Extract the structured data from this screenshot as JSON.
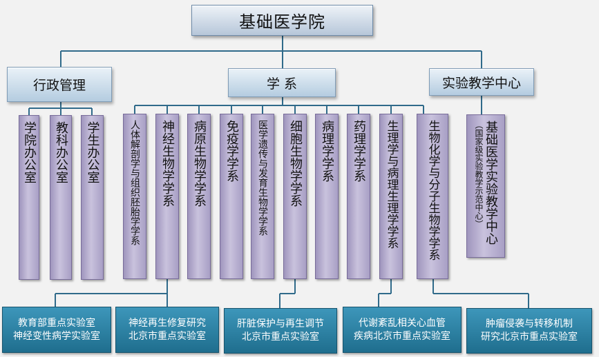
{
  "root": {
    "label": "基础医学院"
  },
  "level1": {
    "admin": "行政管理",
    "dept": "学 系",
    "lab_center": "实验教学中心"
  },
  "admin_offices": [
    "学院办公室",
    "教科办公室",
    "学生办公室"
  ],
  "departments": [
    "人体解剖学与组织胚胎学学系",
    "神经生物学学系",
    "病原生物学学系",
    "免疫学学系",
    "医学遗传与发育生物学学系",
    "细胞生物学学系",
    "病理学学系",
    "药理学学系",
    "生理学与病理生理学学系",
    "生物化学与分子生物学学系"
  ],
  "center": {
    "main": "基础医学实验教学中心",
    "sub": "（国家级实验教学示范中心）"
  },
  "key_labs": [
    {
      "line1": "教育部重点实验室",
      "line2": "神经变性病学实验室"
    },
    {
      "line1": "神经再生修复研究",
      "line2": "北京市重点实验室"
    },
    {
      "line1": "肝脏保护与再生调节",
      "line2": "北京市重点实验室"
    },
    {
      "line1": "代谢紊乱相关心血管",
      "line2": "疾病北京市重点实验室"
    },
    {
      "line1": "肿瘤侵袭与转移机制",
      "line2": "研究北京市重点实验室"
    }
  ],
  "colors": {
    "line": "#2f6a8a",
    "vertical_box": "#b8aed2",
    "lab_box": "#2a83a8",
    "top_box": "#c8d6e6"
  }
}
